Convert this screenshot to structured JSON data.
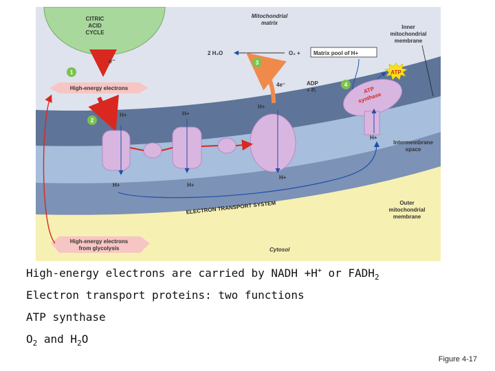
{
  "diagram": {
    "citric_acid": [
      "CITRIC",
      "ACID",
      "CYCLE"
    ],
    "e_minus": "e⁻",
    "mitochondrial_matrix": [
      "Mitochondrial",
      "matrix"
    ],
    "inner_membrane": [
      "Inner",
      "mitochondrial",
      "membrane"
    ],
    "water": "2 H₂O",
    "oxygen": "O₂ +",
    "matrix_pool": "Matrix pool of H+",
    "atp": "ATP",
    "four_e": "4e⁻",
    "adp": "ADP",
    "pi": "+ Pᵢ",
    "atp_synthase": [
      "ATP",
      "synthase"
    ],
    "high_energy_electrons": "High-energy electrons",
    "steps": [
      "1",
      "2",
      "3",
      "4"
    ],
    "h_plus": "H+",
    "intermembrane_space": [
      "Intermembrane",
      "space"
    ],
    "electron_transport_system": "ELECTRON TRANSPORT SYSTEM",
    "outer_membrane": [
      "Outer",
      "mitochondrial",
      "membrane"
    ],
    "glycolysis": [
      "High-energy electrons",
      "from glycolysis"
    ],
    "cytosol": "Cytosol",
    "colors": {
      "matrix_bg": "#dfe3ee",
      "membrane_dark": "#5e7499",
      "intermembrane": "#a7bedc",
      "cytosol": "#f7f0b3",
      "protein": "#d9b6e0",
      "citric_green": "#a8d89b",
      "arrow_red": "#d8281f",
      "step_green": "#7cc24e",
      "atp_yellow": "#f5e21b"
    }
  },
  "captions": {
    "line1": {
      "text": "High-energy electrons are carried by NADH +H",
      "sup": "+",
      "mid": " or FADH",
      "sub": "2"
    },
    "line2": "Electron transport proteins: two functions",
    "line3": "ATP synthase",
    "line4": {
      "o": "O",
      "o_sub": "2",
      "and": " and H",
      "h_sub": "2",
      "end": "O"
    }
  },
  "figure_label": "Figure 4-17"
}
